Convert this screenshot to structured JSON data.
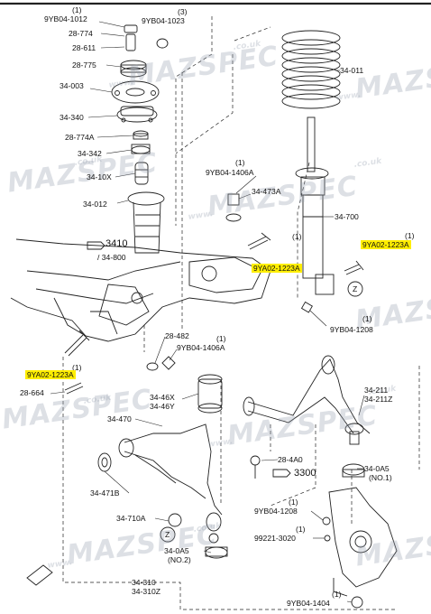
{
  "colors": {
    "highlight": "#ffee00",
    "line": "#222222",
    "watermark": "#9aa0af"
  },
  "watermark": {
    "domain": "www.",
    "brand": "MAZSPEC",
    "suffix": ".co.uk"
  },
  "labels": {
    "p9yb04_1012": "9YB04-1012",
    "p9yb04_1012_qty": "(1)",
    "p9yb04_1023": "9YB04-1023",
    "p9yb04_1023_qty": "(3)",
    "p28_774": "28-774",
    "p28_611": "28-611",
    "p28_775": "28-775",
    "p34_003": "34-003",
    "p34_340": "34-340",
    "p28_774a": "28-774A",
    "p34_342": "34-342",
    "p34_10x": "34-10X",
    "p34_012": "34-012",
    "p34_011": "34-011",
    "p9yb04_1406a_top": "9YB04-1406A",
    "p9yb04_1406a_top_qty": "(1)",
    "p34_473a": "34-473A",
    "p34_700": "34-700",
    "p3410": "3410",
    "p34_800": "/ 34-800",
    "p9ya02_1223a_1": "9YA02-1223A",
    "p9ya02_1223a_1_qty": "(1)",
    "p9ya02_1223a_2": "9YA02-1223A",
    "p9ya02_1223a_2_qty": "(1)",
    "z_top": "Z",
    "p9yb04_1208_top": "9YB04-1208",
    "p9yb04_1208_top_qty": "(1)",
    "p9ya02_1223a_3": "9YA02-1223A",
    "p9ya02_1223a_3_qty": "(1)",
    "p28_482": "28-482",
    "p9yb04_1406a_mid": "9YB04-1406A",
    "p9yb04_1406a_mid_qty": "(1)",
    "p28_664": "28-664",
    "p34_46x": "34-46X",
    "p34_46y": "34-46Y",
    "p34_470": "34-470",
    "p34_211": "34-211",
    "p34_211z": "34-211Z",
    "p28_4a0": "28-4A0",
    "p3300": "3300",
    "p34_0a5_no1": "34-0A5",
    "p34_0a5_no1_note": "(NO.1)",
    "p34_471b": "34-471B",
    "p34_710a": "34-710A",
    "z_bottom": "Z",
    "p9yb04_1208_bot": "9YB04-1208",
    "p9yb04_1208_bot_qty": "(1)",
    "p99221_3020": "99221-3020",
    "p99221_3020_qty": "(1)",
    "p34_0a5_no2": "34-0A5",
    "p34_0a5_no2_note": "(NO.2)",
    "p34_310": "34-310",
    "p34_310z": "34-310Z",
    "p9yb04_1404": "9YB04-1404",
    "p9yb04_1404_qty": "(1)"
  }
}
